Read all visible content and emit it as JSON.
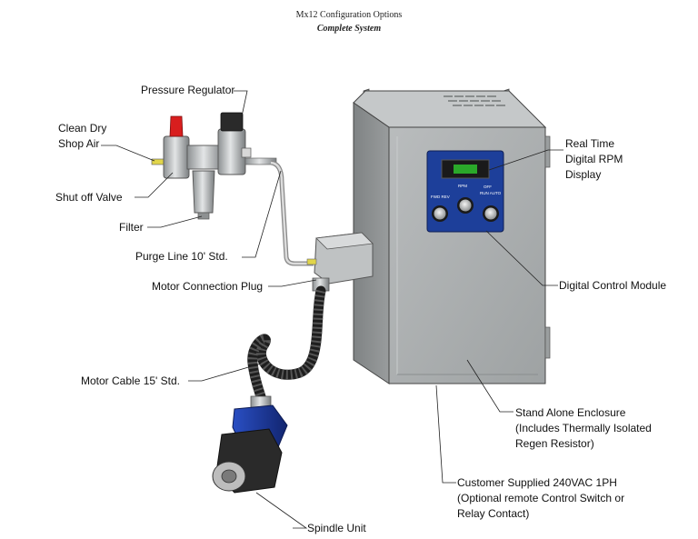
{
  "header": {
    "title": "Mx12 Configuration Options",
    "subtitle": "Complete System"
  },
  "callouts": {
    "pressure_regulator": "Pressure Regulator",
    "clean_dry_air": [
      "Clean Dry",
      "Shop Air"
    ],
    "shut_off_valve": "Shut off Valve",
    "filter": "Filter",
    "purge_line": "Purge Line 10' Std.",
    "motor_connection_plug": "Motor Connection Plug",
    "motor_cable": "Motor Cable 15' Std.",
    "spindle_unit": "Spindle Unit",
    "rpm_display": [
      "Real Time",
      "Digital RPM",
      "Display"
    ],
    "digital_control_module": "Digital Control Module",
    "stand_alone_enclosure": [
      "Stand Alone Enclosure",
      "(Includes Thermally Isolated",
      "Regen Resistor)"
    ],
    "customer_supplied": [
      "Customer Supplied 240VAC 1PH",
      "(Optional remote Control Switch or",
      "Relay Contact)"
    ]
  },
  "panel": {
    "display_label": "RPM",
    "left_labels": "FWD  REV",
    "right_labels": [
      "OFF",
      "RUN  AUTO"
    ]
  },
  "colors": {
    "enclosure": "#a9acad",
    "panel": "#1d3f9a",
    "spindle_blue": "#1c3aa8",
    "valve_handle": "#d81e1e"
  }
}
